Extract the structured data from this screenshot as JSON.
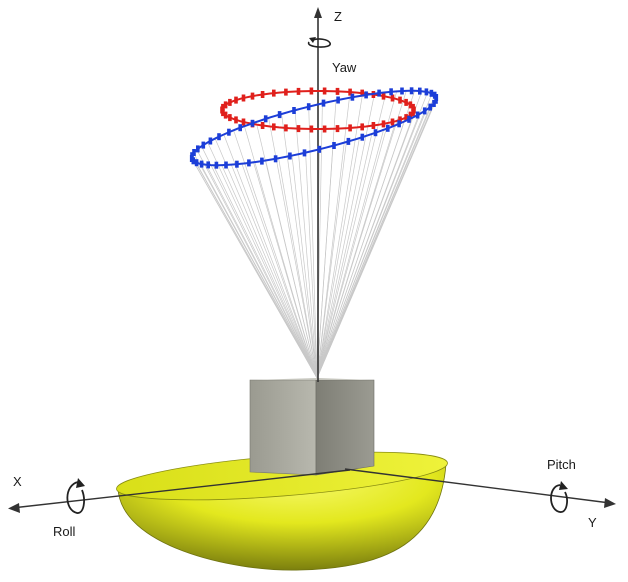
{
  "axes": {
    "z_label": "Z",
    "x_label": "X",
    "y_label": "Y"
  },
  "rotations": {
    "yaw_label": "Yaw",
    "roll_label": "Roll",
    "pitch_label": "Pitch"
  },
  "colors": {
    "hull": "#e6ec1c",
    "hull_dark": "#7f8410",
    "box_front": "#a9a99f",
    "box_side": "#8e8e84",
    "box_top": "#c8c8c0",
    "ray": "#c8c8c8",
    "ring_upper": "#e0201c",
    "ring_lower": "#1c3ed8",
    "axis": "#333333"
  }
}
